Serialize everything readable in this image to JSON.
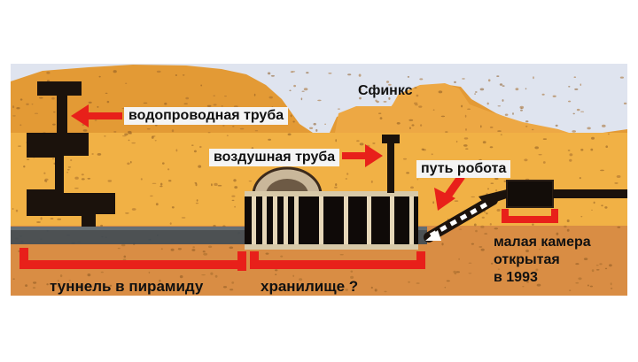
{
  "labels": {
    "sphinx": "Сфинкс",
    "water_pipe": "водопроводная труба",
    "air_pipe": "воздушная труба",
    "robot_path": "путь робота",
    "tunnel": "туннель  в пирамиду",
    "storage": "хранилище ?",
    "small_chamber": [
      "малая камера",
      "открытая",
      "в 1993"
    ]
  },
  "colors": {
    "sky": "#dfe4ef",
    "sandstone": "#e39a35",
    "sandstone_light": "#f1b145",
    "ground": "#d98d44",
    "label_bg": "#f4f4f4",
    "arrow_red": "#e8201a",
    "shaft_dark": "#1b120c"
  }
}
